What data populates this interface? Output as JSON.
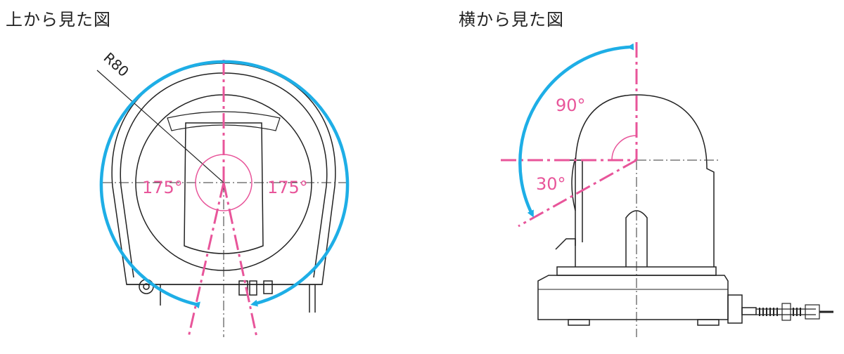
{
  "top_view": {
    "title": "上から見た図",
    "radius_label": "R80",
    "pan_left_label": "175°",
    "pan_right_label": "175°"
  },
  "side_view": {
    "title": "横から見た図",
    "tilt_up_label": "90°",
    "tilt_down_label": "30°"
  },
  "colors": {
    "outline": "#222222",
    "rotation_arrow": "#1eaee6",
    "angle_line": "#e8559a",
    "background": "#ffffff"
  },
  "icons": [
    "pan-rotation-arrow-icon",
    "tilt-rotation-arrow-icon"
  ]
}
